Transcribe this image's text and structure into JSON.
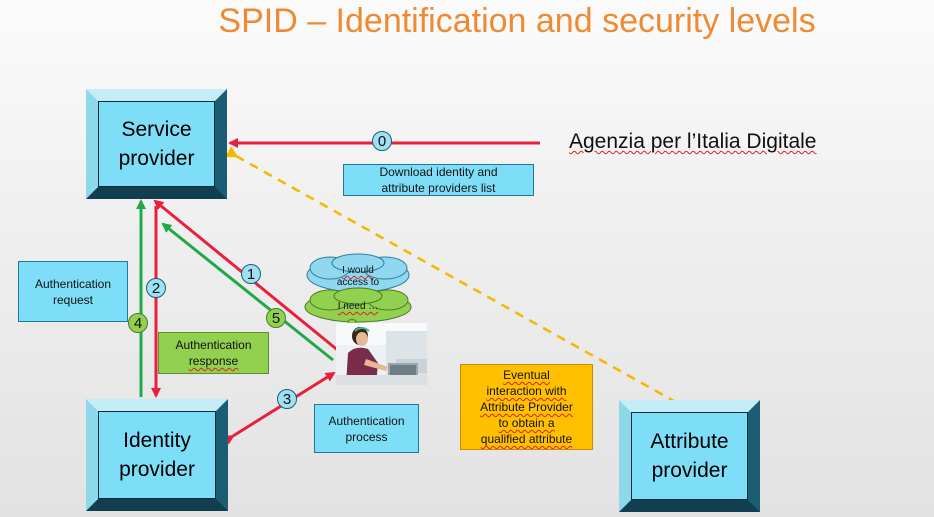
{
  "title": "SPID – Identification and security levels",
  "agency": "Agenzia per l’Italia Digitale",
  "nodes": {
    "service_provider": [
      "Service",
      "provider"
    ],
    "identity_provider": [
      "Identity",
      "provider"
    ],
    "attribute_provider": [
      "Attribute",
      "provider"
    ]
  },
  "notes": {
    "download": [
      "Download identity and",
      "attribute providers list"
    ],
    "auth_request": [
      "Authentication",
      "request"
    ],
    "auth_response": [
      "Authentication",
      "response"
    ],
    "auth_process": [
      "Authentication",
      "process"
    ],
    "eventual": [
      "Eventual",
      "interaction with",
      "Attribute Provider",
      "to obtain a",
      "qualified attribute"
    ]
  },
  "clouds": {
    "top": [
      "I would",
      "access to"
    ],
    "bottom": "I need …"
  },
  "steps": [
    "0",
    "1",
    "2",
    "3",
    "4",
    "5"
  ],
  "colors": {
    "title": "#ee8a32",
    "box": "#7fdef7",
    "red_arrow": "#e8203e",
    "green_arrow": "#22a84a",
    "dashed_arrow": "#f5b800",
    "green_note": "#92d050",
    "orange_note": "#ffc000"
  },
  "icons": [
    "user-photo-icon",
    "thought-cloud-icon"
  ]
}
